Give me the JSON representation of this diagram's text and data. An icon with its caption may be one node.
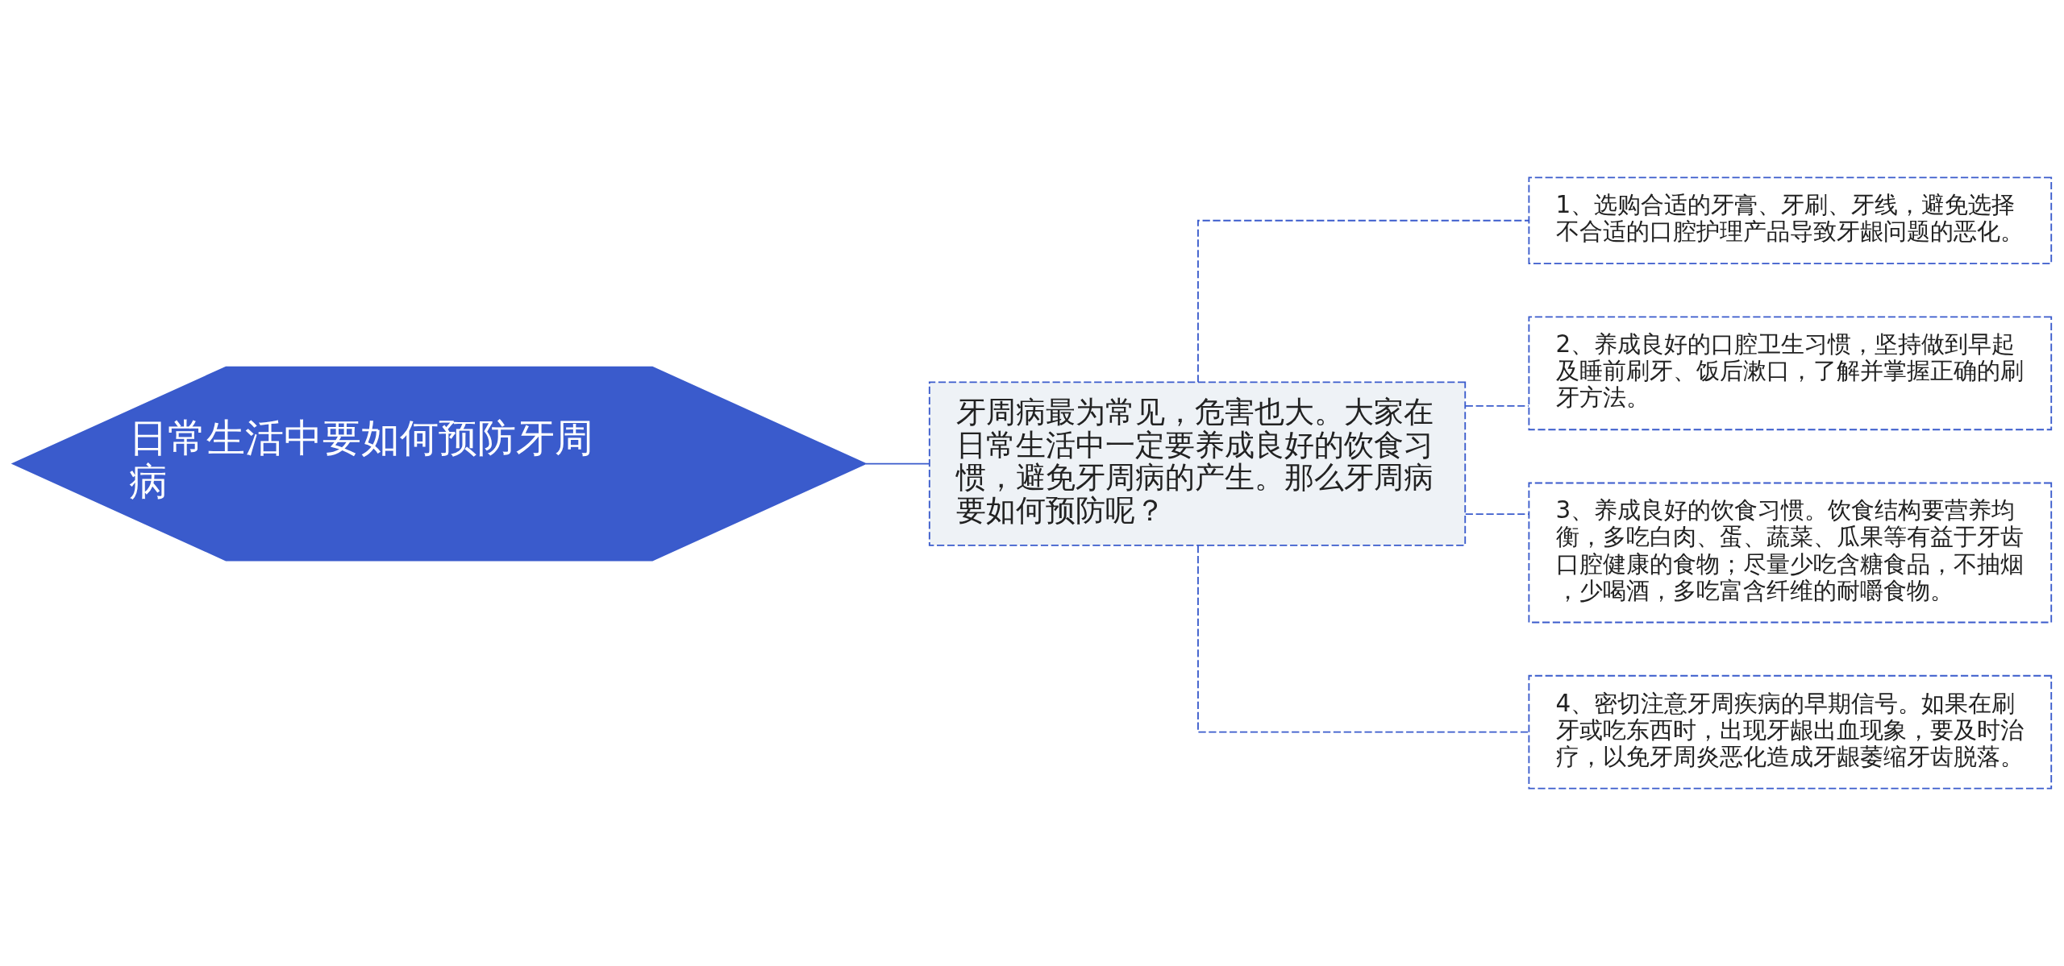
{
  "diagram": {
    "nodes": [
      {
        "text": [
          "日常生活中要如何预防牙周病"
        ]
      },
      {
        "text": [
          "牙周病最为常见，危害也大。大家在日常生活中一定要养成良好的饮食习惯，避免牙周病的产生。那么牙周病要如何预防呢？"
        ]
      },
      {
        "text": [
          "1、选购合适的牙膏、牙刷、牙线，避免选择不合适的口腔护理产品导致牙龈问题的恶化。"
        ]
      },
      {
        "text": [
          "2、养成良好的口腔卫生习惯，坚持做到早起及睡前刷牙、饭后漱口，了解并掌握正确的刷牙方法。"
        ]
      },
      {
        "text": [
          "3、养成良好的饮食习惯。饮食结构要营养均衡，多吃白肉、蛋、蔬菜、瓜果等有益于牙齿口腔健康的食物；尽量少吃含糖食品，不抽烟，少喝酒，多吃富含纤维的耐嚼食物。"
        ]
      },
      {
        "text": [
          "4、密切注意牙周疾病的早期信号。如果在刷牙或吃东西时，出现牙龈出血现象，要及时治疗，以免牙周炎恶化造成牙龈萎缩牙齿脱落。"
        ]
      }
    ],
    "edges": [
      {
        "from": 0,
        "to": 1,
        "arrow": "none"
      },
      {
        "from": 1,
        "to": 2,
        "arrow": "none",
        "style": "dashed"
      },
      {
        "from": 1,
        "to": 3,
        "arrow": "none",
        "style": "dashed"
      },
      {
        "from": 1,
        "to": 4,
        "arrow": "none",
        "style": "dashed"
      },
      {
        "from": 1,
        "to": 5,
        "arrow": "none",
        "style": "dashed"
      }
    ]
  }
}
